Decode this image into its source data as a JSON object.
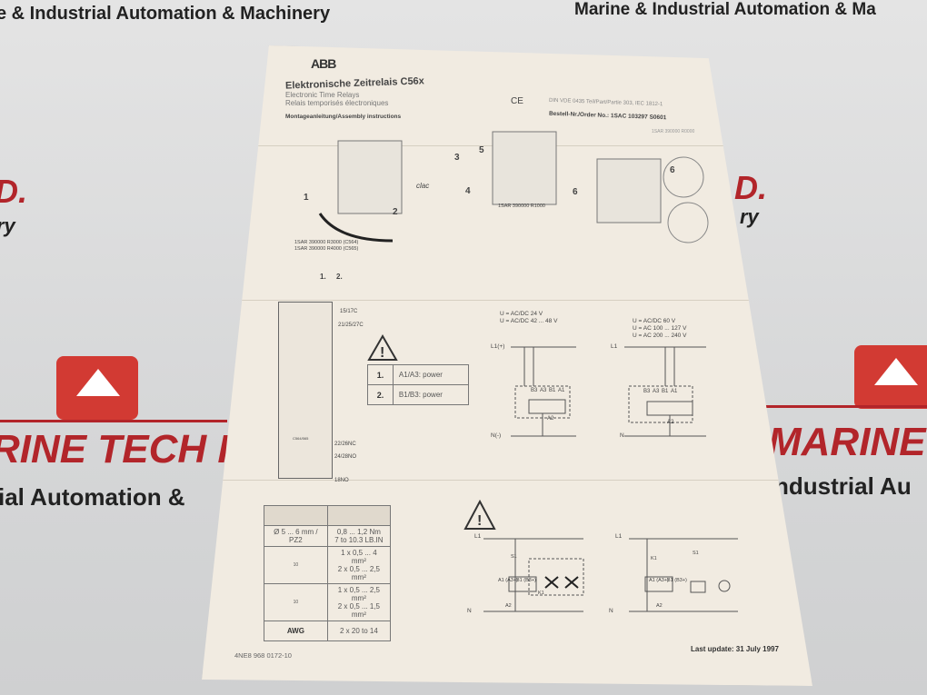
{
  "background": {
    "banner_top_left": "e & Industrial Automation & Machinery",
    "banner_top_right": "Marine & Industrial Automation & Ma",
    "left_fragment_1": "D.",
    "left_fragment_2": "ry",
    "right_fragment_1": "D.",
    "right_fragment_2": "ry",
    "brand_left": "RINE TECH P",
    "brand_right": "MARINE T",
    "sub_left": "ial Automation &",
    "sub_right": "ndustrial Au",
    "accent": "#b2252a"
  },
  "document": {
    "logo": "ABB",
    "title": "Elektronische Zeitrelais C56x",
    "subtitle_en": "Electronic Time Relays",
    "subtitle_fr": "Relais temporisés électroniques",
    "instructions": "Montageanleitung/Assembly instructions",
    "ce_mark": "CE",
    "standard": "DIN VDE 0435 Teil/Part/Partie 303, IEC 1812-1",
    "order_no": "Bestell-Nr./Order No.: 1SAC 103297 S0601",
    "assembly": {
      "steps": [
        "1",
        "2",
        "3",
        "4",
        "5",
        "6",
        "6"
      ],
      "clac": "clac",
      "part_1": "1SAR 390000 R3000 (C564)",
      "part_2": "1SAR 390000 R4000 (C565)",
      "part_3": "1SAR 390000 R1000",
      "part_4": "1SAR 390000 R0000"
    },
    "terminals": {
      "labels": [
        "1.",
        "2."
      ],
      "t1": "15/17C",
      "t2": "21/25/27C",
      "t3": "22/26NC",
      "t4": "24/28NO",
      "t5": "18NO",
      "module": "C564/565"
    },
    "power_table": [
      {
        "num": "1.",
        "text": "A1/A3: power"
      },
      {
        "num": "2.",
        "text": "B1/B3: power"
      }
    ],
    "wiring_left": {
      "u1": "U = AC/DC 24 V",
      "u2": "U = AC/DC 42 ... 48 V",
      "l": "L1(+)",
      "n": "N(-)",
      "pins": [
        "B3",
        "A3",
        "B1",
        "A1"
      ],
      "a2": "A2"
    },
    "wiring_right": {
      "u1": "U = AC/DC 60 V",
      "u2": "U = AC 100 ... 127 V",
      "u3": "U = AC 200 ... 240 V",
      "l": "L1",
      "n": "N",
      "pins": [
        "B3",
        "A3",
        "B1",
        "A1"
      ],
      "a2": "A2"
    },
    "spec_table": [
      {
        "left": "Ø 5 ... 6 mm / PZ2",
        "right": [
          "0,8 ... 1,2 Nm",
          "7 to 10.3 LB.IN"
        ]
      },
      {
        "left": "10",
        "right": [
          "1 x 0,5 ... 4 mm²",
          "2 x 0,5 ... 2,5 mm²"
        ]
      },
      {
        "left": "10",
        "right": [
          "1 x 0,5 ... 2,5 mm²",
          "2 x 0,5 ... 1,5 mm²"
        ]
      },
      {
        "left": "AWG",
        "right": [
          "2 x 20 to 14"
        ]
      }
    ],
    "bottom_left": {
      "l": "L1",
      "n": "N",
      "s1": "S1",
      "a1": "A1 (A3+)",
      "b1": "B1 (B3+)",
      "k1": "K1",
      "a2": "A2"
    },
    "bottom_right": {
      "l": "L1",
      "n": "N",
      "s1": "S1",
      "k1": "K1",
      "a1": "A1 (A3+)",
      "b1": "B1 (B3+)",
      "a2": "A2"
    },
    "doc_number": "4NE8 968 0172-10",
    "last_update": "Last update: 31 July 1997"
  }
}
